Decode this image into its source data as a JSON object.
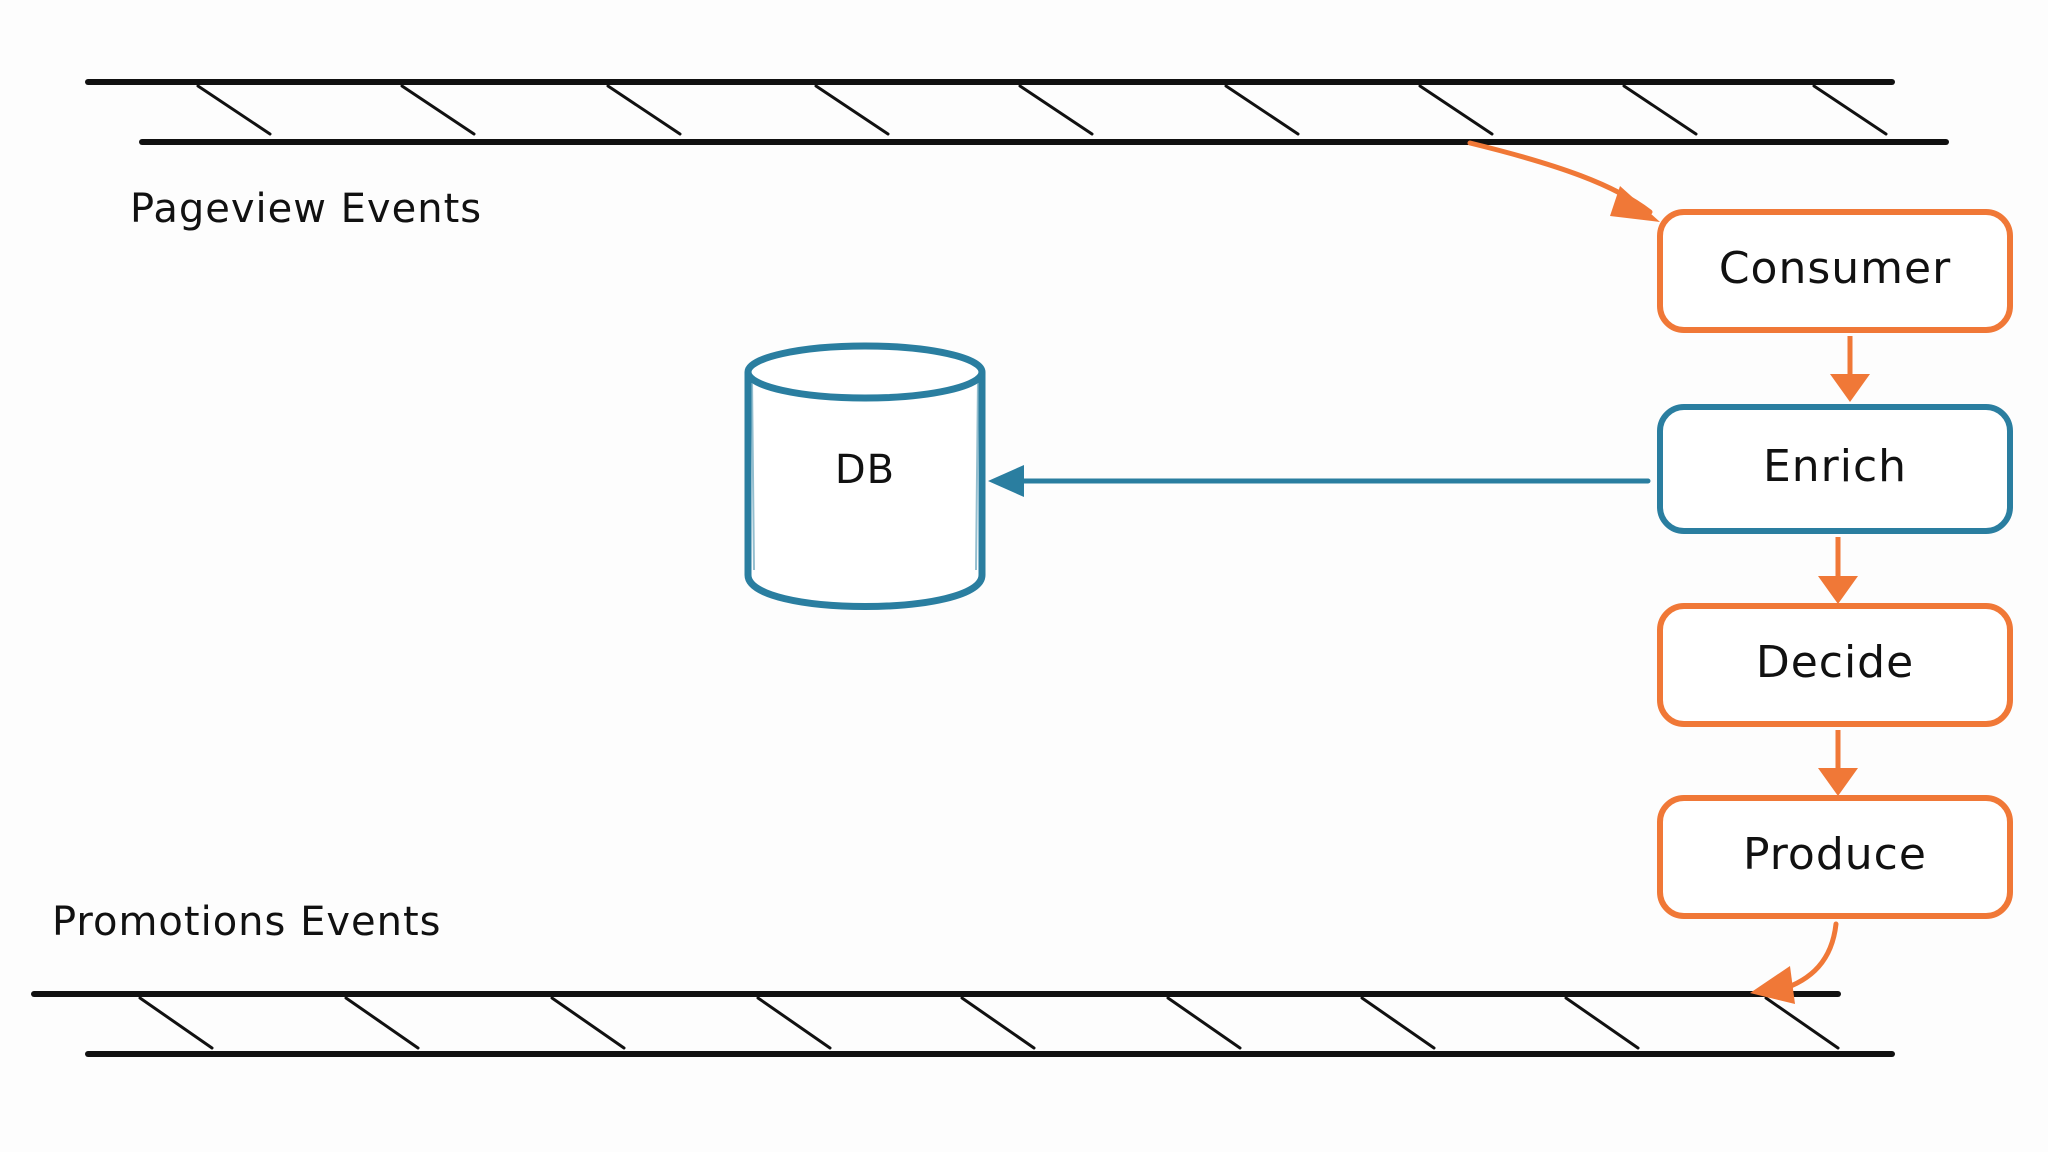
{
  "topics": {
    "pageview": "Pageview Events",
    "promotions": "Promotions Events"
  },
  "steps": [
    {
      "label": "Consumer",
      "color": "orange"
    },
    {
      "label": "Enrich",
      "color": "blue"
    },
    {
      "label": "Decide",
      "color": "orange"
    },
    {
      "label": "Produce",
      "color": "orange"
    }
  ],
  "db": {
    "label": "DB"
  },
  "colors": {
    "orange": "#f07837",
    "blue": "#2a7ea0",
    "ink": "#111111"
  }
}
